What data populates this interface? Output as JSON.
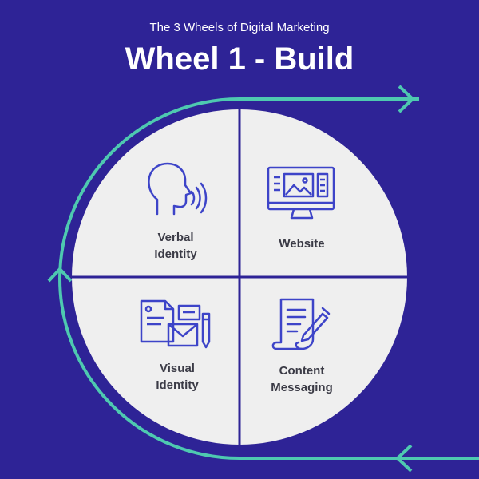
{
  "header": {
    "subtitle": "The 3 Wheels of Digital Marketing",
    "title": "Wheel 1 - Build"
  },
  "quadrants": [
    {
      "label": "Verbal\nIdentity",
      "icon": "speaking-head-icon"
    },
    {
      "label": "Website",
      "icon": "monitor-icon"
    },
    {
      "label": "Visual\nIdentity",
      "icon": "documents-envelope-icon"
    },
    {
      "label": "Content\nMessaging",
      "icon": "document-pen-icon"
    }
  ],
  "colors": {
    "background": "#2e2396",
    "accent": "#4ec9b0",
    "circle": "#efefef",
    "icon": "#3d44c8"
  }
}
